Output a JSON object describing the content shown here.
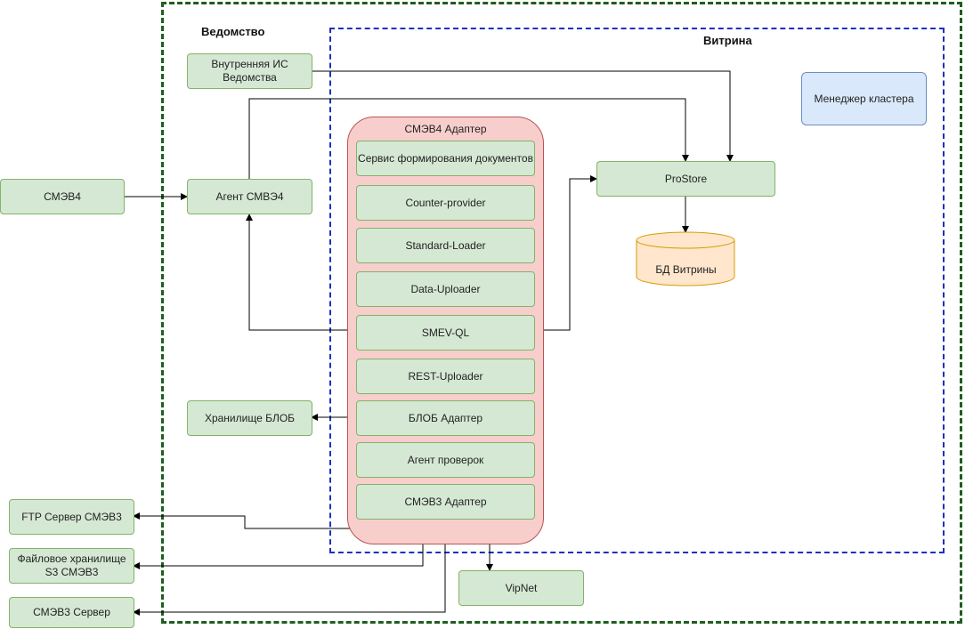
{
  "regions": {
    "department": "Ведомство",
    "showcase": "Витрина"
  },
  "nodes": {
    "internal_is": "Внутренняя ИС\nВедомства",
    "smev4": "СМЭВ4",
    "agent_smev4": "Агент СМВЭ4",
    "blob_storage": "Хранилище БЛОБ",
    "ftp_server": "FTP Сервер СМЭВ3",
    "file_storage": "Файловое хранилище\nS3 СМЭВ3",
    "smev3_server": "СМЭВ3 Сервер",
    "vipnet": "VipNet",
    "prostore": "ProStore",
    "db_showcase": "БД Витрины",
    "cluster_manager": "Менеджер кластера"
  },
  "adapter": {
    "title": "СМЭВ4 Адаптер",
    "components": [
      "Сервис формирования документов",
      "Counter-provider",
      "Standard-Loader",
      "Data-Uploader",
      "SMEV-QL",
      "REST-Uploader",
      "БЛОБ Адаптер",
      "Агент проверок",
      "СМЭВ3 Адаптер"
    ]
  },
  "colors": {
    "outer_border": "#1f5e1f",
    "inner_border": "#1f2fc0",
    "green_fill": "#d5e8d4",
    "green_stroke": "#82b366",
    "red_fill": "#f8cecc",
    "red_stroke": "#b85450",
    "blue_fill": "#dae8fc",
    "blue_stroke": "#6c8ebf",
    "db_fill": "#ffe6cc",
    "db_stroke": "#d79b00"
  }
}
